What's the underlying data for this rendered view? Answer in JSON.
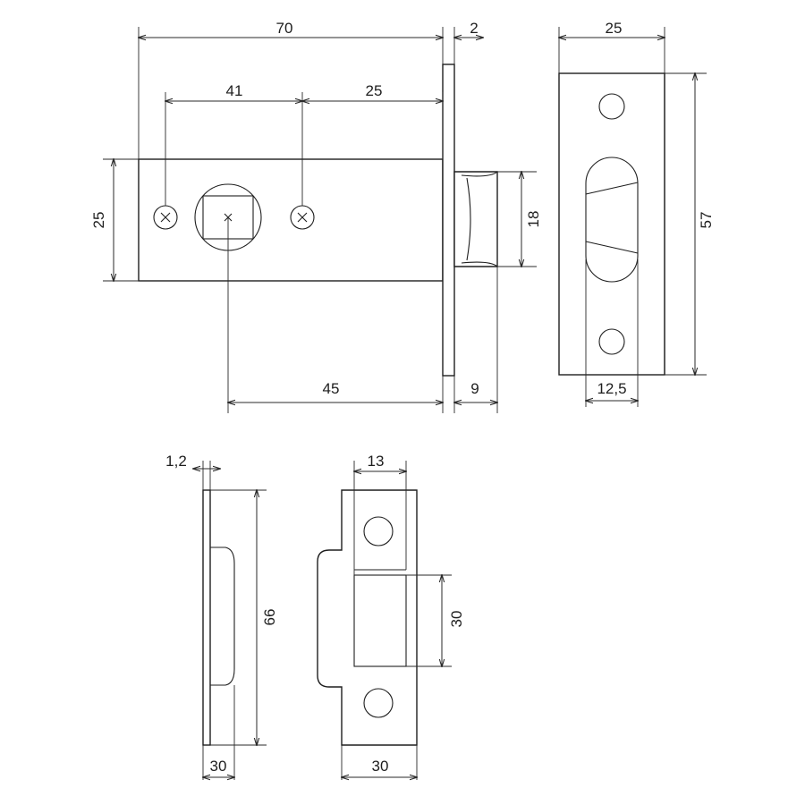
{
  "dimensions": {
    "body_length": "70",
    "faceplate_thickness": "2",
    "hole_spacing": "41",
    "spindle_to_face": "25",
    "body_height": "25",
    "bolt_height": "18",
    "backset": "45",
    "bolt_projection": "9",
    "faceplate_width": "25",
    "faceplate_height": "57",
    "bolt_slot_width": "12,5",
    "strike_thickness": "1,2",
    "strike_height": "66",
    "strike_side_width": "30",
    "strike_opening_depth": "13",
    "strike_opening_height": "30",
    "strike_front_width": "30"
  },
  "colors": {
    "line": "#1e1e1e",
    "background": "#ffffff"
  }
}
